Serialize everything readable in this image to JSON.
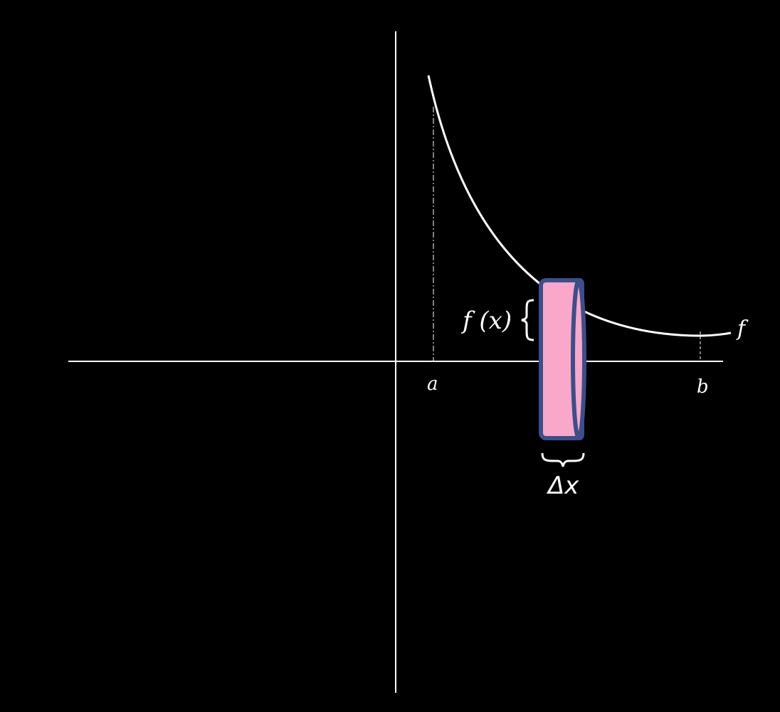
{
  "labels": {
    "a": "a",
    "b": "b",
    "f": "f",
    "fx": "f (x)",
    "delta_x": "Δx"
  },
  "colors": {
    "background": "#000000",
    "axes": "#ffffff",
    "curve": "#ffffff",
    "disk_fill": "#f9a8c9",
    "disk_outline": "#3b4f8a",
    "text": "#ffffff"
  }
}
